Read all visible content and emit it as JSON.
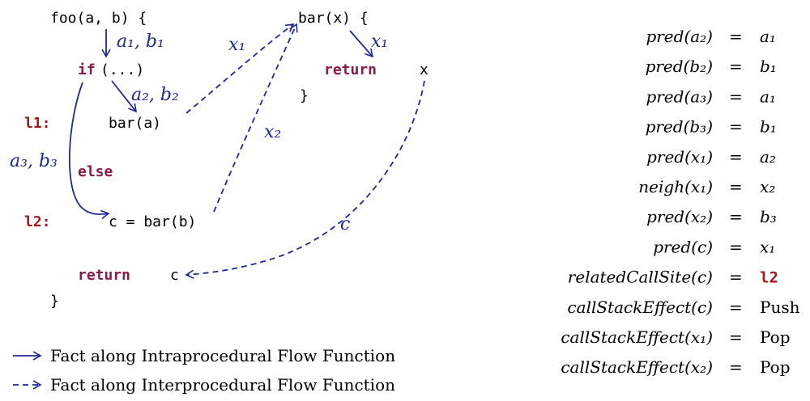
{
  "colors": {
    "fact": "#1f2a8c",
    "keyword": "#8b1a4a",
    "label": "#a01818",
    "text": "#000000"
  },
  "code": {
    "foo_signature": "foo(a, b) {",
    "if_kw": "if",
    "if_cond": "(...)",
    "l1_label": "l1:",
    "bar_a": "bar(a)",
    "else_kw": "else",
    "l2_label": "l2:",
    "c_assign": "c = bar(b)",
    "return_kw": "return",
    "return_c": "c",
    "foo_close": "}",
    "bar_signature": "bar(x) {",
    "return_kw_bar": "return",
    "return_x": "x",
    "bar_close": "}"
  },
  "facts": {
    "a1_b1": "a₁, b₁",
    "a2_b2": "a₂, b₂",
    "a3_b3": "a₃, b₃",
    "x1_call": "x₁",
    "x1_body": "x₁",
    "x2": "x₂",
    "c": "c"
  },
  "legend": {
    "intra": "Fact along Intraprocedural Flow Function",
    "inter": "Fact along Interprocedural Flow Function"
  },
  "equations": [
    {
      "lhs": "pred(a₂)",
      "rhs": "a₁"
    },
    {
      "lhs": "pred(b₂)",
      "rhs": "b₁"
    },
    {
      "lhs": "pred(a₃)",
      "rhs": "a₁"
    },
    {
      "lhs": "pred(b₃)",
      "rhs": "b₁"
    },
    {
      "lhs": "pred(x₁)",
      "rhs": "a₂"
    },
    {
      "lhs": "neigh(x₁)",
      "rhs": "x₂"
    },
    {
      "lhs": "pred(x₂)",
      "rhs": "b₃"
    },
    {
      "lhs": "pred(c)",
      "rhs": "x₁"
    },
    {
      "lhs": "relatedCallSite(c)",
      "rhs": "l2"
    },
    {
      "lhs": "callStackEffect(c)",
      "rhs": "Push"
    },
    {
      "lhs": "callStackEffect(x₁)",
      "rhs": "Pop"
    },
    {
      "lhs": "callStackEffect(x₂)",
      "rhs": "Pop"
    }
  ],
  "equals_sign": "="
}
